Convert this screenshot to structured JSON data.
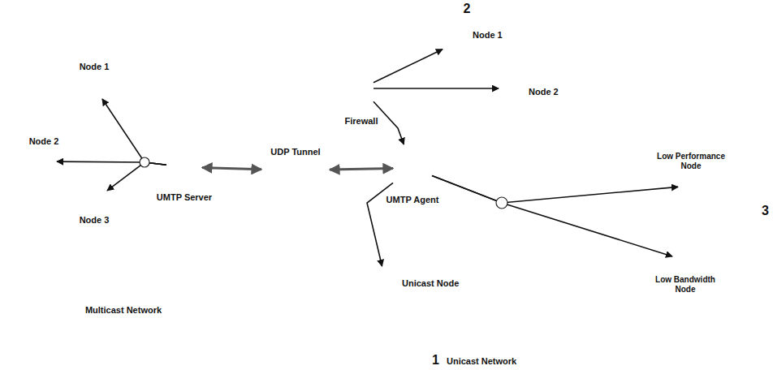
{
  "diagram": {
    "nodes": [
      {
        "text": [
          "Multicast Network"
        ]
      },
      {
        "text": [
          "Node 1"
        ],
        "in": 0
      },
      {
        "text": [
          "Node 2"
        ],
        "in": 0
      },
      {
        "text": [
          "Node 3"
        ],
        "in": 0
      },
      {
        "text": [
          "UMTP Server"
        ],
        "in": 0
      },
      {
        "text": [
          "UDP Tunnel"
        ]
      },
      {
        "text": [
          "2"
        ]
      },
      {
        "text": [
          "1",
          "Unicast Network"
        ]
      },
      {
        "text": [
          "3"
        ]
      },
      {
        "text": [
          "Node 1"
        ]
      },
      {
        "text": [
          "Firewall"
        ]
      },
      {
        "text": [
          "Node 2"
        ]
      },
      {
        "text": [
          "UMTP Agent"
        ]
      },
      {
        "text": [
          "Low Performance Node"
        ]
      },
      {
        "text": [
          "Low Bandwidth Node"
        ]
      },
      {
        "text": [
          "Unicast Node"
        ]
      }
    ],
    "edges": [
      {
        "from": 4,
        "to": 1,
        "arrow": "to"
      },
      {
        "from": 4,
        "to": 2,
        "arrow": "to"
      },
      {
        "from": 4,
        "to": 3,
        "arrow": "to"
      },
      {
        "from": 4,
        "to": 5,
        "arrow": "both"
      },
      {
        "from": 5,
        "to": 12,
        "arrow": "both"
      },
      {
        "from": 10,
        "to": 12,
        "arrow": "to"
      },
      {
        "from": 10,
        "to": 9,
        "arrow": "to"
      },
      {
        "from": 10,
        "to": 11,
        "arrow": "to"
      },
      {
        "from": 12,
        "to": 13,
        "arrow": "to"
      },
      {
        "from": 12,
        "to": 14,
        "arrow": "to"
      },
      {
        "from": 12,
        "to": 15,
        "arrow": "to"
      }
    ]
  }
}
